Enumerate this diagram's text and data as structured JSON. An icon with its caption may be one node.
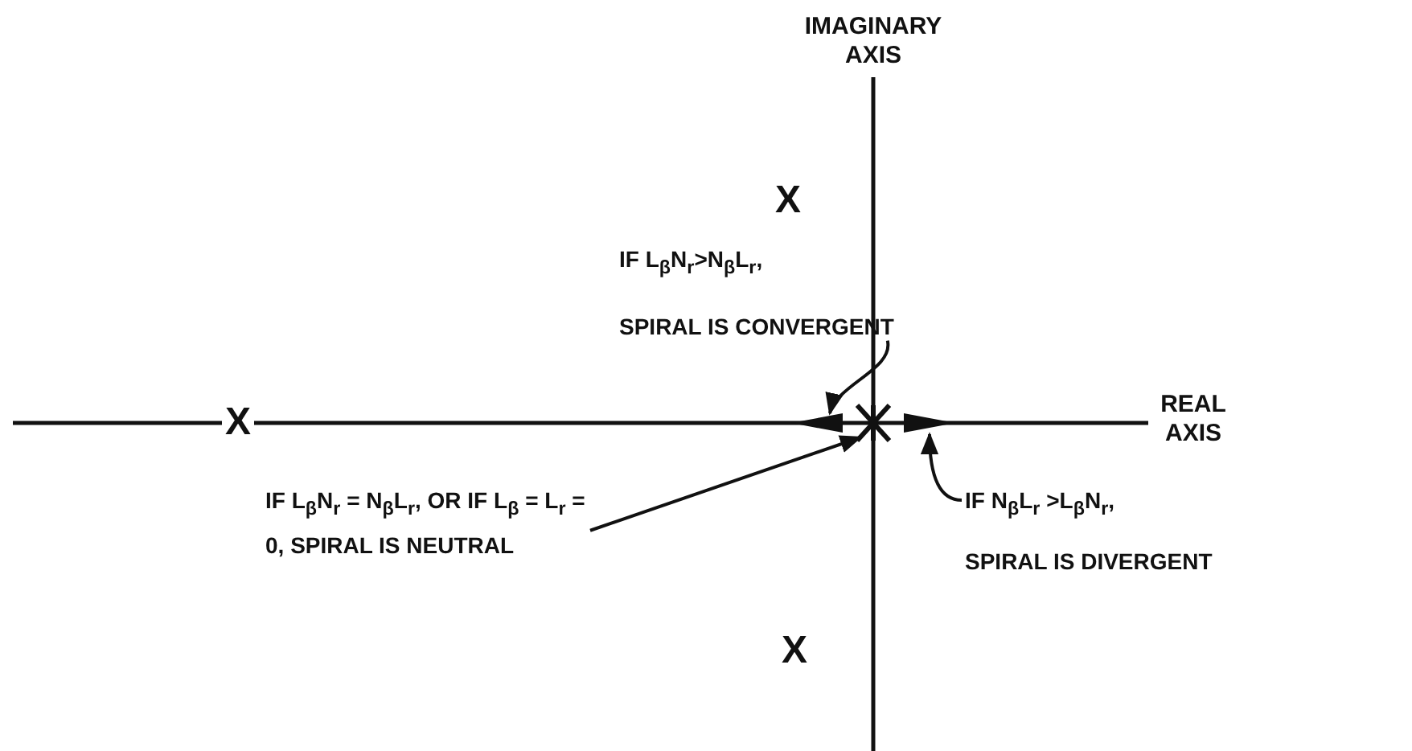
{
  "diagram": {
    "nodes": [
      {
        "text": [
          "IF L$_{β}$N$_{r}$>N$_{β}$L$_{r}$,",
          "SPIRAL IS CONVERGENT"
        ]
      },
      {
        "text": [],
        "shape": "arrow"
      },
      {
        "text": [],
        "shape": "cross"
      },
      {
        "text": [],
        "shape": "arrow"
      },
      {
        "text": [
          "IF L$_{β}$N$_{r}$ = N$_{β}$L$_{r}$, OR IF L$_{β}$ = L$_{r}$ = 0, SPIRAL IS NEUTRAL"
        ]
      },
      {
        "text": [
          "IF N$_{β}$L$_{r}$ >L$_{β}$N$_{r}$,",
          "SPIRAL IS DIVERGENT"
        ]
      }
    ],
    "edges": [
      {
        "from": 0,
        "to": 1,
        "arrow": "to"
      },
      {
        "from": 4,
        "to": 2,
        "arrow": "to"
      },
      {
        "from": 5,
        "to": 3,
        "arrow": "to"
      }
    ],
    "labels": [
      "IMAGINARY AXIS",
      "X",
      "X",
      "REAL AXIS",
      "X"
    ]
  }
}
